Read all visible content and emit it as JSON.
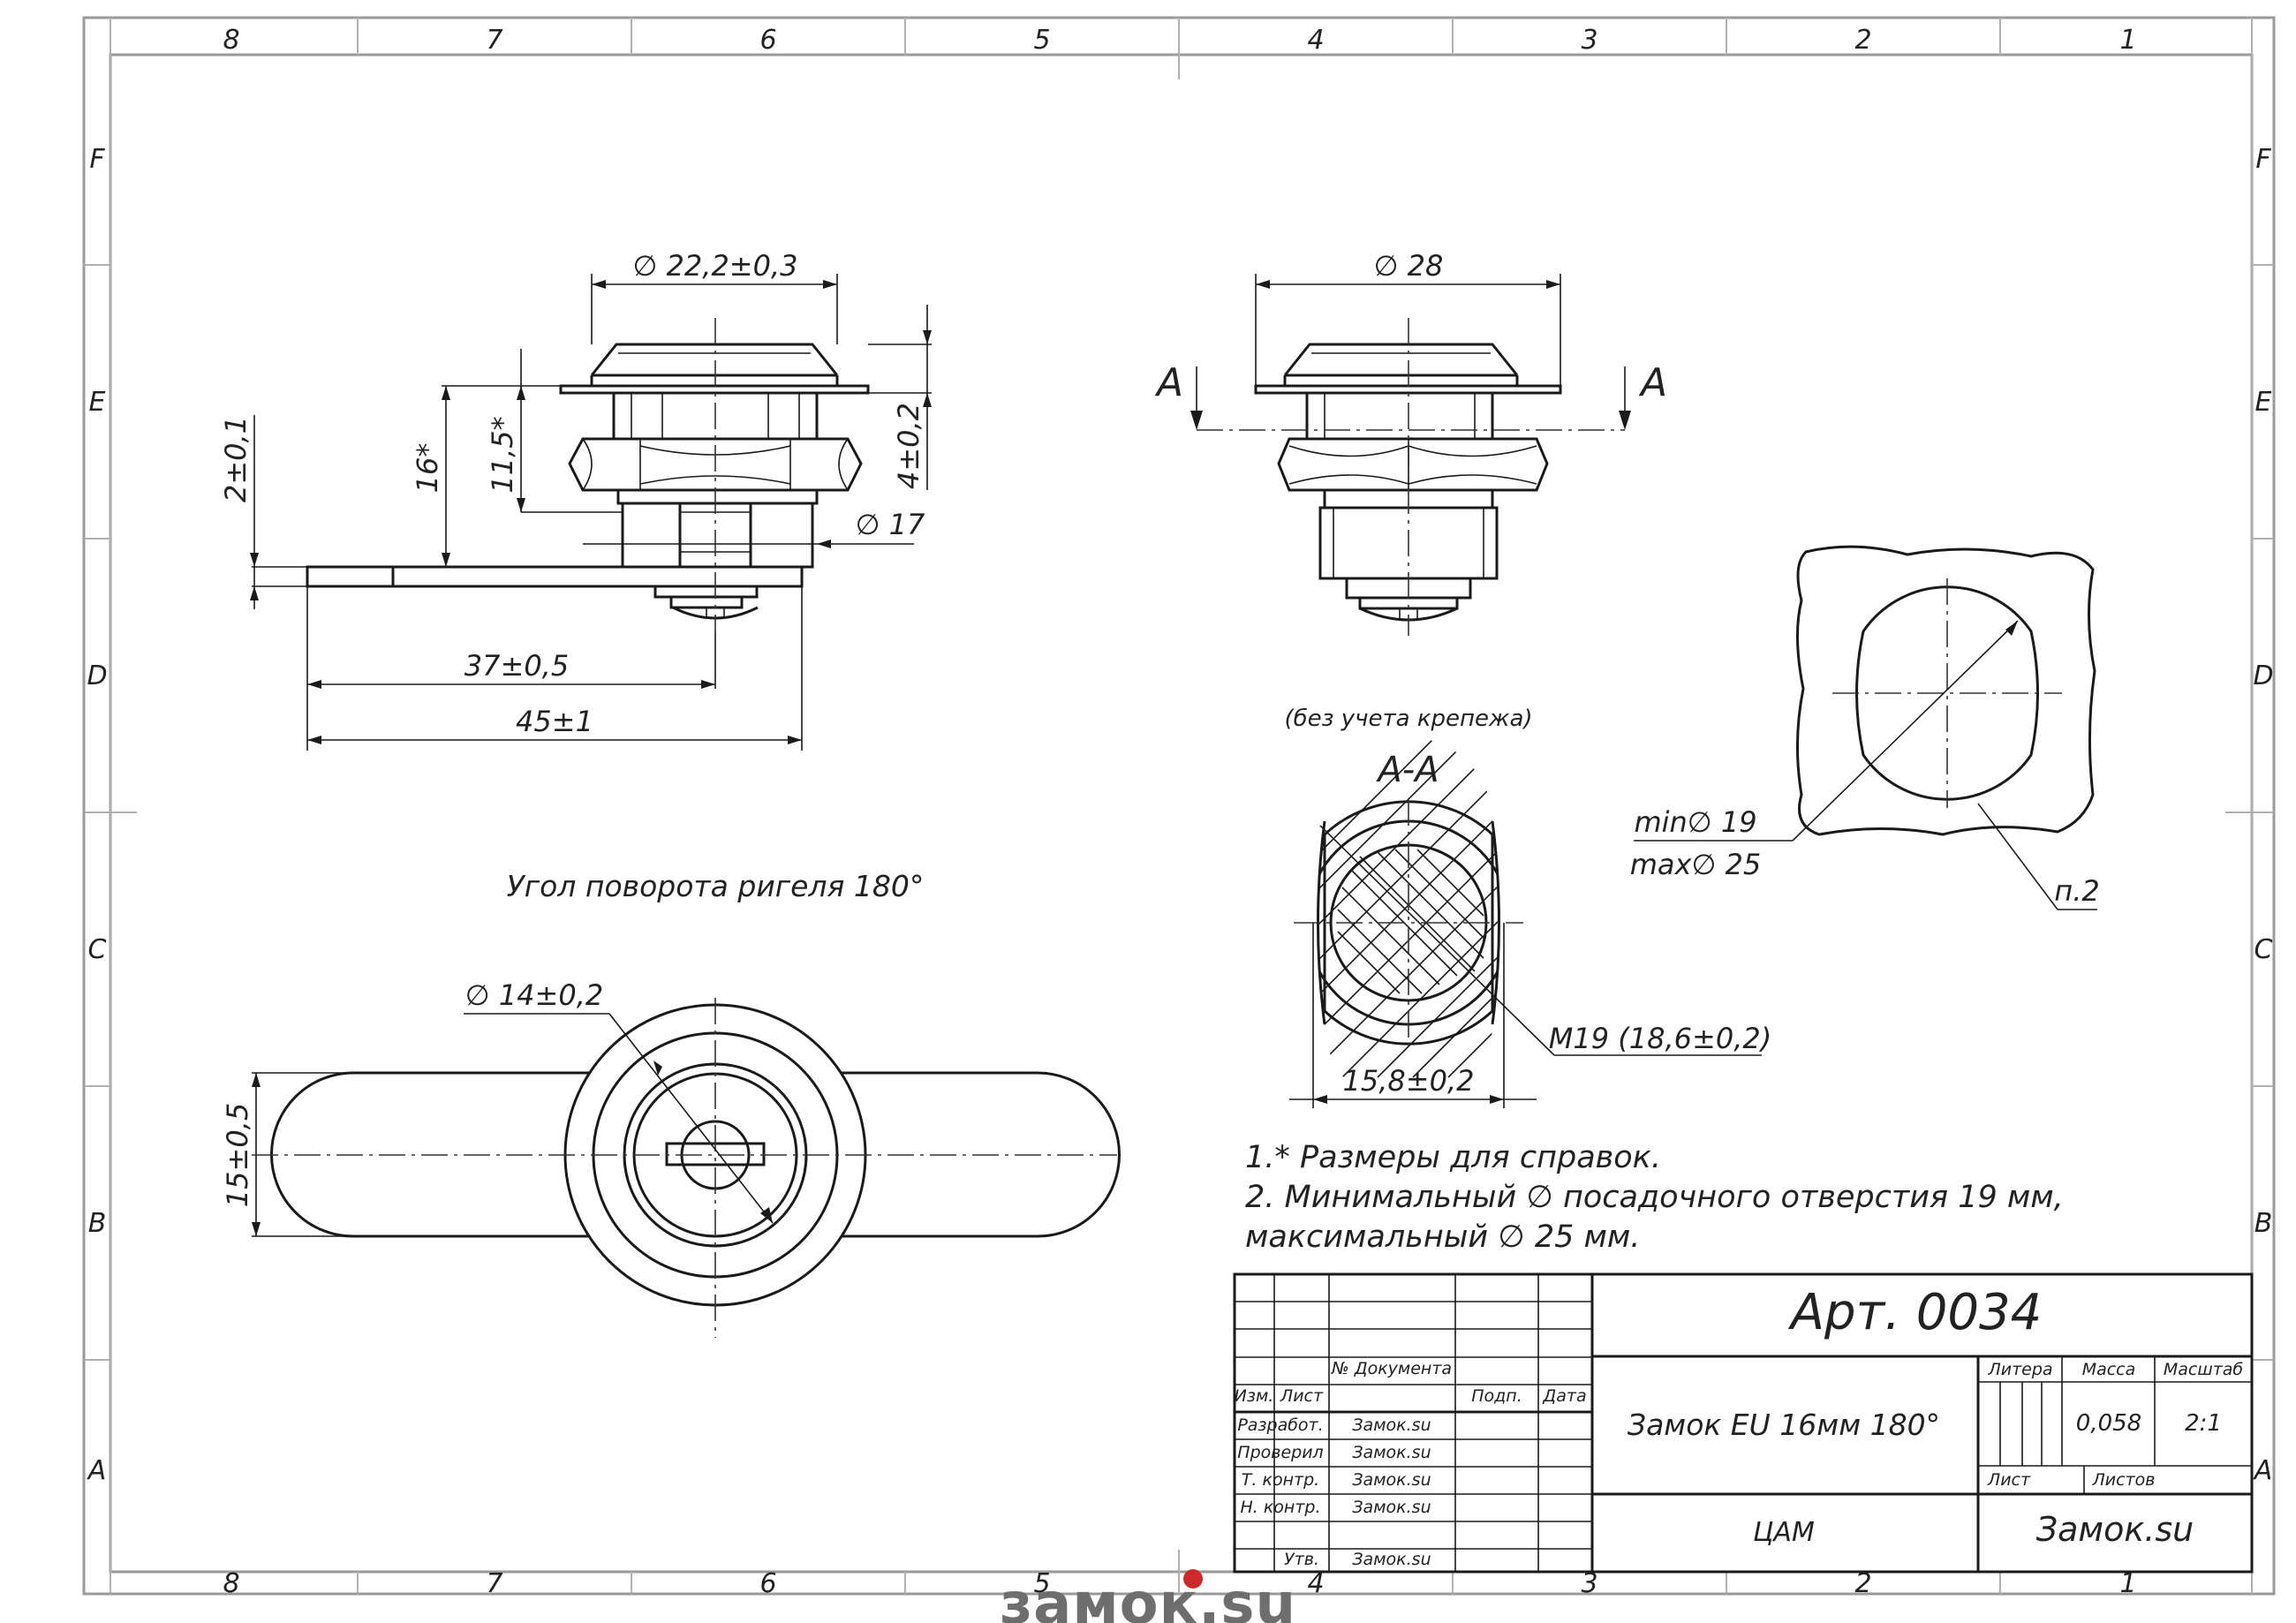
{
  "zone_columns": [
    "8",
    "7",
    "6",
    "5",
    "4",
    "3",
    "2",
    "1"
  ],
  "zone_rows": [
    "F",
    "E",
    "D",
    "C",
    "B",
    "A"
  ],
  "dimensions": {
    "top_diameter": "∅ 22,2±0,3",
    "height_16": "16*",
    "height_11_5": "11,5*",
    "thickness_2": "2±0,1",
    "height_4": "4±0,2",
    "diameter_17": "∅ 17",
    "length_37": "37±0,5",
    "length_45": "45±1",
    "diameter_28": "∅ 28",
    "section_mark_left": "A",
    "section_mark_right": "A",
    "without_fasteners": "(без учета крепежа)",
    "section_title": "А-А",
    "thread": "M19  (18,6±0,2)",
    "width_15_8": "15,8±0,2",
    "min_hole": "min∅ 19",
    "max_hole": "max∅ 25",
    "note_ref": "п.2",
    "rotation_note": "Угол поворота ригеля 180°",
    "diameter_14": "∅ 14±0,2",
    "width_15": "15±0,5"
  },
  "notes": [
    "1.* Размеры для справок.",
    "2. Минимальный ∅ посадочного отверстия 19 мм,",
    "максимальный ∅  25 мм."
  ],
  "title_block": {
    "article": "Арт. 0034",
    "product_name": "Замок EU 16мм 180°",
    "col_izm": "Изм.",
    "col_list": "Лист",
    "col_doc": "№ Документа",
    "col_sign": "Подп.",
    "col_date": "Дата",
    "row_developed": "Разработ.",
    "row_checked": "Проверил",
    "row_tcontrol": "Т. контр.",
    "row_ncontrol": "Н. контр.",
    "row_approved": "Утв.",
    "signer_1": "Замок.su",
    "signer_2": "Замок.su",
    "signer_3": "Замок.su",
    "signer_4": "Замок.su",
    "signer_5": "Замок.su",
    "litera_label": "Литера",
    "mass_label": "Масса",
    "scale_label": "Масштаб",
    "mass_value": "0,058",
    "scale_value": "2:1",
    "sheet_label": "Лист",
    "sheets_label": "Листов",
    "material": "ЦАМ",
    "company": "Замок.su"
  },
  "logo": {
    "text": "замок.su",
    "dot_color": "#cc2a2a"
  }
}
